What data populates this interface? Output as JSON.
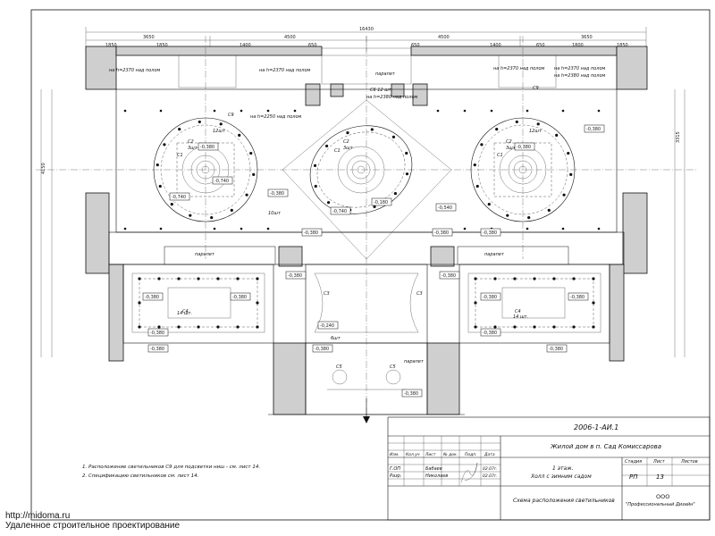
{
  "drawing": {
    "overall_dims": {
      "total_width": "16430",
      "left_span": "3650",
      "mid_left": "4500",
      "mid_right": "4500",
      "right_span": "3650",
      "height_total": "4150",
      "height_right": "3315"
    },
    "top_dims": [
      "1850",
      "1850",
      "1400",
      "650",
      "650",
      "1400",
      "650",
      "1800",
      "1850"
    ],
    "elev_notes": [
      "на h=2370 над полом",
      "на h=2370 над полом",
      "на h=2250 над полом",
      "на h=2370 над полом",
      "на h=2370 над полом",
      "на h=2380 над полом"
    ],
    "labels": {
      "parapet": "парапет",
      "c6_qty": "С6 12 шт.",
      "c6_note": "на h=2380 над полом",
      "c9": "С9",
      "c1": "С1",
      "c2": "С2",
      "c3": "С3",
      "c4": "С4",
      "c5": "С5",
      "qty3": "3шт",
      "qty6": "6шт",
      "qty10": "10шт",
      "qty12": "12шт",
      "qty14": "14 шт."
    },
    "levels": [
      "-0,380",
      "-0,380",
      "-0,380",
      "-0,740",
      "-0,380",
      "-0,180",
      "-0,740",
      "-0,380",
      "-0,540",
      "-0,380",
      "-0,380",
      "-0,380",
      "-0,380",
      "-0,380",
      "-0,240",
      "-0,380",
      "-0,380",
      "-0,380",
      "-0,380",
      "-0,380",
      "-0,380",
      "-0,380",
      "-0,380",
      "-0,740",
      "-0,380"
    ]
  },
  "notes": [
    "1. Расположение светильников С9 для подсветки ниш - см. лист 14.",
    "2. Спецификацию светильников см. лист 14."
  ],
  "title_block": {
    "code": "2006-1-АИ.1",
    "project": "Жилой дом в п. Сад Комиссарова",
    "section": "1 этаж.",
    "room": "Холл с зимним садом",
    "sheet_title": "Схема расположения светильников",
    "stage_header": "Стадия",
    "sheet_header": "Лист",
    "sheets_header": "Листов",
    "stage": "РП",
    "sheet_no": "13",
    "company_1": "ООО",
    "company_2": "\"Профессиональный Дизайн\"",
    "cols": [
      "Изм.",
      "Кол.уч",
      "Лист",
      "№ док.",
      "Подп.",
      "Дата"
    ],
    "roles": [
      {
        "role": "Г.ОП",
        "name": "Бабаев",
        "date": "02.07г."
      },
      {
        "role": "Разр.",
        "name": "Николаев",
        "date": "02.07г."
      }
    ]
  },
  "watermark": {
    "url": "http://midoma.ru",
    "tagline": "Удаленное строительное проектирование"
  }
}
